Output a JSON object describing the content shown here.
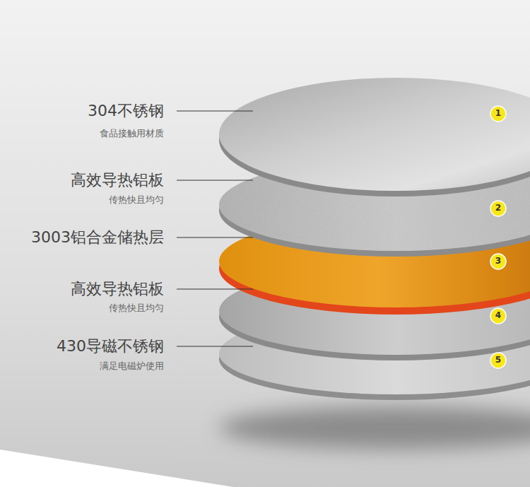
{
  "diagram": {
    "labels": [
      "304不锈钢",
      "食品接触用材质",
      "1",
      "高效导热铝板",
      "传热快且均匀",
      "2",
      "3003铝合金储热层",
      "3",
      "高效导热铝板",
      "传热快且均匀",
      "4",
      "430导磁不锈钢",
      "满足电磁炉使用",
      "5"
    ]
  }
}
